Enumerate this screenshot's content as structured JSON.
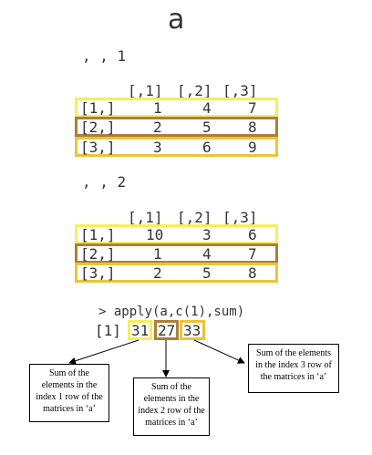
{
  "title": "a",
  "slices": [
    {
      "label": ", , 1",
      "col_headers": [
        "[,1]",
        "[,2]",
        "[,3]"
      ],
      "rows": [
        {
          "index": "[1,]",
          "values": [
            "1",
            "4",
            "7"
          ]
        },
        {
          "index": "[2,]",
          "values": [
            "2",
            "5",
            "8"
          ]
        },
        {
          "index": "[3,]",
          "values": [
            "3",
            "6",
            "9"
          ]
        }
      ]
    },
    {
      "label": ", , 2",
      "col_headers": [
        "[,1]",
        "[,2]",
        "[,3]"
      ],
      "rows": [
        {
          "index": "[1,]",
          "values": [
            "10",
            "3",
            "6"
          ]
        },
        {
          "index": "[2,]",
          "values": [
            "1",
            "4",
            "7"
          ]
        },
        {
          "index": "[3,]",
          "values": [
            "2",
            "5",
            "8"
          ]
        }
      ]
    }
  ],
  "command": "> apply(a,c(1),sum)",
  "result": {
    "index": "[1]",
    "values": [
      "31",
      "27",
      "33"
    ]
  },
  "colors": {
    "row1": "#F5EE5A",
    "row2": "#A97F3A",
    "row3": "#EDC335"
  },
  "callouts": [
    "Sum of the elements in the index 1 row of the matrices in ‘a’",
    "Sum of the elements in the index 2 row of the matrices in ‘a’",
    "Sum of the elements in the index 3 row of the matrices in ‘a’"
  ]
}
